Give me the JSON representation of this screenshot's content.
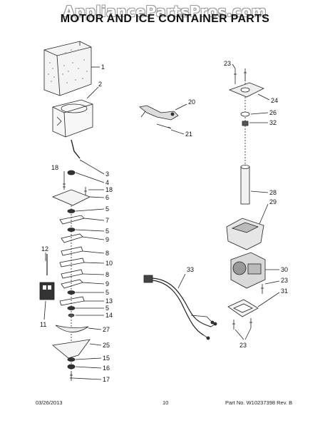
{
  "watermark": "AppliancePartsPros.com",
  "title": "MOTOR AND ICE CONTAINER PARTS",
  "callouts": {
    "c1": "1",
    "c2": "2",
    "c3": "3",
    "c4": "4",
    "c18a": "18",
    "c18b": "18",
    "c6": "6",
    "c5a": "5",
    "c7": "7",
    "c5b": "5",
    "c9a": "9",
    "c8a": "8",
    "c10": "10",
    "c8b": "8",
    "c9b": "9",
    "c5c": "5",
    "c13": "13",
    "c5d": "5",
    "c14": "14",
    "c27": "27",
    "c25": "25",
    "c15": "15",
    "c16": "16",
    "c17": "17",
    "c12": "12",
    "c11": "11",
    "c20": "20",
    "c21": "21",
    "c23a": "23",
    "c24": "24",
    "c26": "26",
    "c32": "32",
    "c28": "28",
    "c29": "29",
    "c33": "33",
    "c30": "30",
    "c23b": "23",
    "c31": "31",
    "c23c": "23"
  },
  "footer": {
    "date": "03/26/2013",
    "page": "10",
    "part_no": "Part No. W10237398 Rev. B"
  }
}
